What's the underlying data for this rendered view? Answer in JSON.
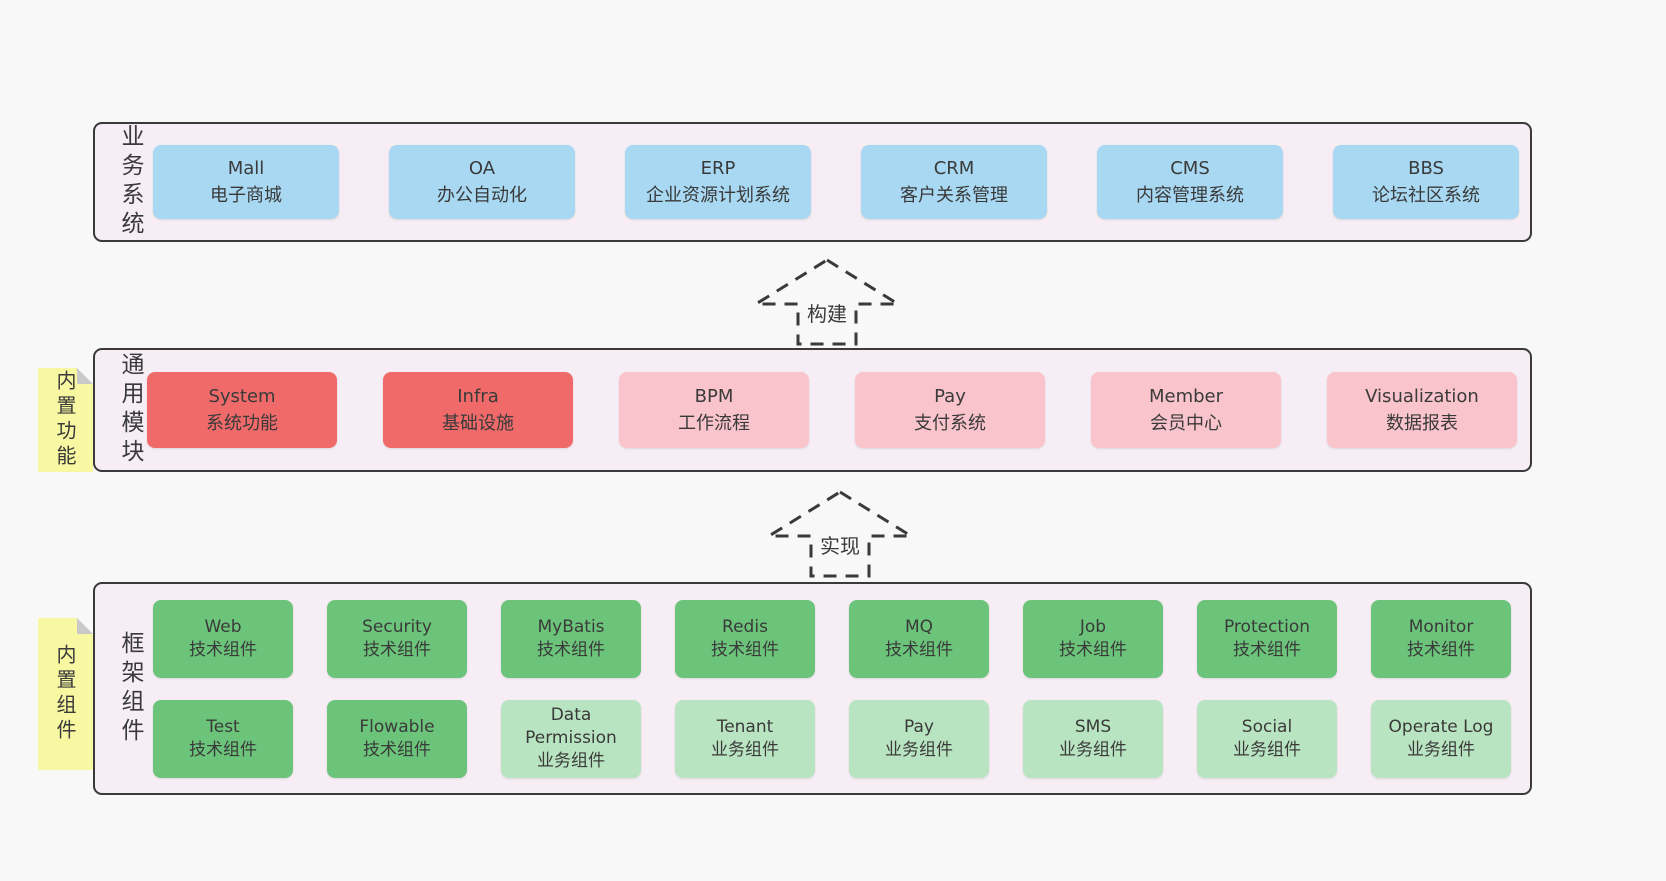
{
  "colors": {
    "page_background": "#f8f8f8",
    "band_background": "#f6edf5",
    "band_border": "#3a3a3a",
    "blue_box": "#a8d8f2",
    "red_box": "#f06a6a",
    "pink_box": "#f9c4cb",
    "green_box": "#6bc47a",
    "green_light_box": "#b9e4c1",
    "note_yellow": "#f9f8a2",
    "note_fold_gray": "#c9c9c9",
    "text": "#3a3a3a"
  },
  "arrows": [
    {
      "label": "构建"
    },
    {
      "label": "实现"
    }
  ],
  "bands": [
    {
      "label": "业务系统",
      "boxes": [
        {
          "title": "Mall",
          "subtitle": "电子商城",
          "type": "blue"
        },
        {
          "title": "OA",
          "subtitle": "办公自动化",
          "type": "blue"
        },
        {
          "title": "ERP",
          "subtitle": "企业资源计划系统",
          "type": "blue"
        },
        {
          "title": "CRM",
          "subtitle": "客户关系管理",
          "type": "blue"
        },
        {
          "title": "CMS",
          "subtitle": "内容管理系统",
          "type": "blue"
        },
        {
          "title": "BBS",
          "subtitle": "论坛社区系统",
          "type": "blue"
        }
      ]
    },
    {
      "label": "通用模块",
      "note": "内置功能",
      "boxes": [
        {
          "title": "System",
          "subtitle": "系统功能",
          "type": "red"
        },
        {
          "title": "Infra",
          "subtitle": "基础设施",
          "type": "red"
        },
        {
          "title": "BPM",
          "subtitle": "工作流程",
          "type": "pink"
        },
        {
          "title": "Pay",
          "subtitle": "支付系统",
          "type": "pink"
        },
        {
          "title": "Member",
          "subtitle": "会员中心",
          "type": "pink"
        },
        {
          "title": "Visualization",
          "subtitle": "数据报表",
          "type": "pink"
        }
      ]
    },
    {
      "label": "框架组件",
      "note": "内置组件",
      "rows": [
        [
          {
            "title": "Web",
            "subtitle": "技术组件",
            "type": "green"
          },
          {
            "title": "Security",
            "subtitle": "技术组件",
            "type": "green"
          },
          {
            "title": "MyBatis",
            "subtitle": "技术组件",
            "type": "green"
          },
          {
            "title": "Redis",
            "subtitle": "技术组件",
            "type": "green"
          },
          {
            "title": "MQ",
            "subtitle": "技术组件",
            "type": "green"
          },
          {
            "title": "Job",
            "subtitle": "技术组件",
            "type": "green"
          },
          {
            "title": "Protection",
            "subtitle": "技术组件",
            "type": "green"
          },
          {
            "title": "Monitor",
            "subtitle": "技术组件",
            "type": "green"
          }
        ],
        [
          {
            "title": "Test",
            "subtitle": "技术组件",
            "type": "green"
          },
          {
            "title": "Flowable",
            "subtitle": "技术组件",
            "type": "green"
          },
          {
            "title": "Data Permission",
            "subtitle": "业务组件",
            "type": "green-light"
          },
          {
            "title": "Tenant",
            "subtitle": "业务组件",
            "type": "green-light"
          },
          {
            "title": "Pay",
            "subtitle": "业务组件",
            "type": "green-light"
          },
          {
            "title": "SMS",
            "subtitle": "业务组件",
            "type": "green-light"
          },
          {
            "title": "Social",
            "subtitle": "业务组件",
            "type": "green-light"
          },
          {
            "title": "Operate Log",
            "subtitle": "业务组件",
            "type": "green-light"
          }
        ]
      ]
    }
  ]
}
